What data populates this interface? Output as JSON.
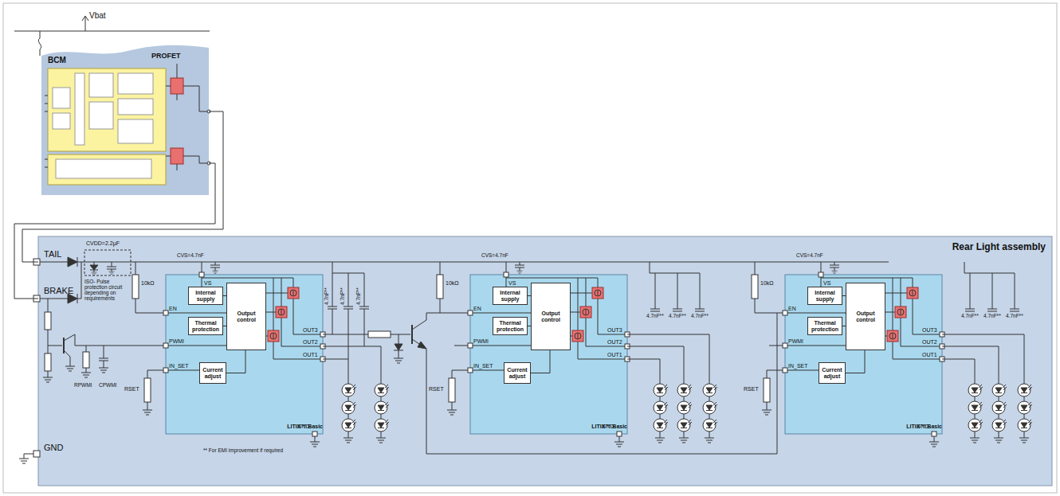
{
  "diagram": {
    "nodes": [
      {
        "text": [
          "BCM"
        ]
      },
      {
        "text": [
          "Rear Light assembly"
        ]
      },
      {
        "text": [
          "LITIX™ Basic"
        ],
        "in": 1
      },
      {
        "text": [
          "Internal supply"
        ],
        "in": 2
      },
      {
        "text": [
          "Thermal protection"
        ],
        "in": 2
      },
      {
        "text": [
          "Output control"
        ],
        "in": 2
      },
      {
        "text": [
          "Current adjust"
        ],
        "in": 2
      },
      {
        "text": [
          "LITIX™ Basic"
        ],
        "in": 1
      },
      {
        "text": [
          "Internal supply"
        ],
        "in": 7
      },
      {
        "text": [
          "Thermal protection"
        ],
        "in": 7
      },
      {
        "text": [
          "Output control"
        ],
        "in": 7
      },
      {
        "text": [
          "Current adjust"
        ],
        "in": 7
      },
      {
        "text": [
          "LITIX™ Basic"
        ],
        "in": 1
      },
      {
        "text": [
          "Internal supply"
        ],
        "in": 12
      },
      {
        "text": [
          "Thermal protection"
        ],
        "in": 12
      },
      {
        "text": [
          "Output control"
        ],
        "in": 12
      },
      {
        "text": [
          "Current adjust"
        ],
        "in": 12
      }
    ],
    "edges": [
      {
        "from": 0,
        "to": 1,
        "arrow": "none"
      },
      {
        "from": 0,
        "to": 1,
        "arrow": "none"
      },
      {
        "from": 3,
        "to": 5,
        "arrow": "none"
      },
      {
        "from": 4,
        "to": 5,
        "arrow": "none"
      },
      {
        "from": 6,
        "to": 5,
        "arrow": "none"
      },
      {
        "from": 8,
        "to": 10,
        "arrow": "none"
      },
      {
        "from": 9,
        "to": 10,
        "arrow": "none"
      },
      {
        "from": 11,
        "to": 10,
        "arrow": "none"
      },
      {
        "from": 13,
        "to": 15,
        "arrow": "none"
      },
      {
        "from": 14,
        "to": 15,
        "arrow": "none"
      },
      {
        "from": 16,
        "to": 15,
        "arrow": "none"
      }
    ],
    "labels": [
      "Vbat",
      "PROFET",
      "TAIL",
      "BRAKE",
      "GND",
      "CVDD=2.2µF",
      "ISO- Pulse protection circuit depending on requirements",
      "RPWMI",
      "CPWMI",
      "10kΩ",
      "CVS=4.7nF",
      "VS",
      "EN",
      "PWMI",
      "IN_SET",
      "OUT3",
      "OUT2",
      "OUT1",
      "GND",
      "RSET",
      "4.7nF**",
      "4.7nF**",
      "4.7nF**",
      "10kΩ",
      "CVS=4.7nF",
      "VS",
      "EN",
      "PWMI",
      "IN_SET",
      "OUT3",
      "OUT2",
      "OUT1",
      "GND",
      "RSET",
      "4.7nF**",
      "4.7nF**",
      "4.7nF**",
      "10kΩ",
      "CVS=4.7nF",
      "VS",
      "EN",
      "PWMI",
      "IN_SET",
      "OUT3",
      "OUT2",
      "OUT1",
      "GND",
      "RSET",
      "4.7nF**",
      "4.7nF**",
      "4.7nF**",
      "** For EMI improvement if required"
    ]
  }
}
